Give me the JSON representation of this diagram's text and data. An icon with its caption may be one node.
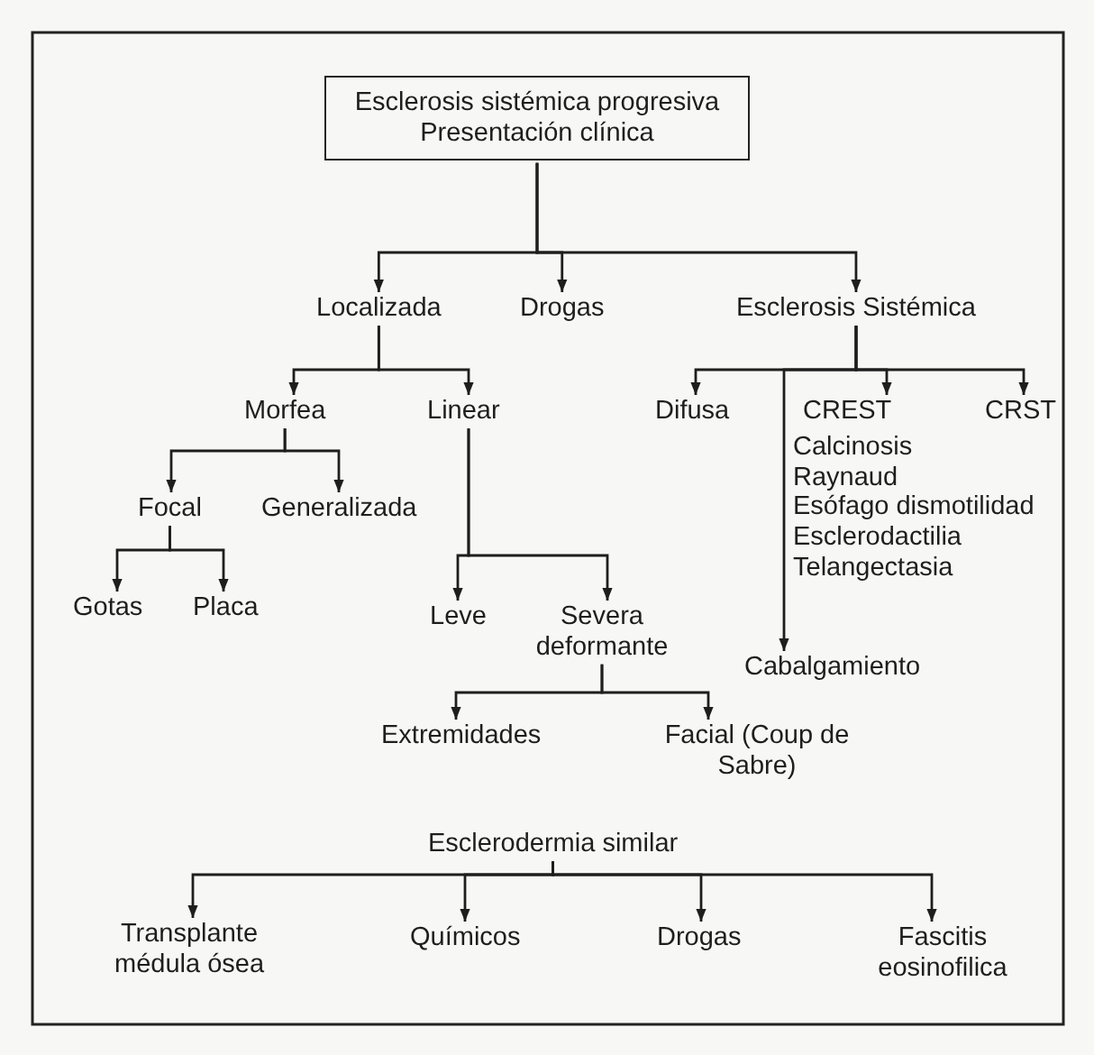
{
  "diagram": {
    "nodes": [
      {
        "text": [
          "Esclerosis sistémica progresiva",
          "Presentación clínica"
        ]
      },
      {
        "text": [
          "Localizada"
        ]
      },
      {
        "text": [
          "Drogas"
        ]
      },
      {
        "text": [
          "Esclerosis Sistémica"
        ]
      },
      {
        "text": [
          "Morfea"
        ]
      },
      {
        "text": [
          "Linear"
        ]
      },
      {
        "text": [
          "Difusa"
        ]
      },
      {
        "text": [
          "CREST"
        ],
        "beside": [
          "Calcinosis",
          "Raynaud",
          "Esófago dismotilidad",
          "Esclerodactilia",
          "Telangectasia"
        ]
      },
      {
        "text": [
          "CRST"
        ]
      },
      {
        "text": [
          "Focal"
        ]
      },
      {
        "text": [
          "Generalizada"
        ]
      },
      {
        "text": [
          "Gotas"
        ]
      },
      {
        "text": [
          "Placa"
        ]
      },
      {
        "text": [
          "Leve"
        ]
      },
      {
        "text": [
          "Severa deformante"
        ]
      },
      {
        "text": [
          "Cabalgamiento"
        ]
      },
      {
        "text": [
          "Extremidades"
        ]
      },
      {
        "text": [
          "Facial (Coup de Sabre)"
        ]
      },
      {
        "text": [
          "Esclerodermia similar"
        ]
      },
      {
        "text": [
          "Transplante médula ósea"
        ]
      },
      {
        "text": [
          "Químicos"
        ]
      },
      {
        "text": [
          "Drogas"
        ]
      },
      {
        "text": [
          "Fascitis eosinofilica"
        ]
      }
    ],
    "edges": [
      {
        "from": 0,
        "to": 1,
        "arrow": "to"
      },
      {
        "from": 0,
        "to": 2,
        "arrow": "to"
      },
      {
        "from": 0,
        "to": 3,
        "arrow": "to"
      },
      {
        "from": 1,
        "to": 4,
        "arrow": "to"
      },
      {
        "from": 1,
        "to": 5,
        "arrow": "to"
      },
      {
        "from": 3,
        "to": 6,
        "arrow": "to"
      },
      {
        "from": 3,
        "to": 15,
        "arrow": "to"
      },
      {
        "from": 3,
        "to": 7,
        "arrow": "to"
      },
      {
        "from": 3,
        "to": 8,
        "arrow": "to"
      },
      {
        "from": 4,
        "to": 9,
        "arrow": "to"
      },
      {
        "from": 4,
        "to": 10,
        "arrow": "to"
      },
      {
        "from": 9,
        "to": 11,
        "arrow": "to"
      },
      {
        "from": 9,
        "to": 12,
        "arrow": "to"
      },
      {
        "from": 5,
        "to": 13,
        "arrow": "to"
      },
      {
        "from": 5,
        "to": 14,
        "arrow": "to"
      },
      {
        "from": 14,
        "to": 16,
        "arrow": "to"
      },
      {
        "from": 14,
        "to": 17,
        "arrow": "to"
      },
      {
        "from": 18,
        "to": 19,
        "arrow": "to"
      },
      {
        "from": 18,
        "to": 20,
        "arrow": "to"
      },
      {
        "from": 18,
        "to": 21,
        "arrow": "to"
      },
      {
        "from": 18,
        "to": 22,
        "arrow": "to"
      }
    ]
  }
}
